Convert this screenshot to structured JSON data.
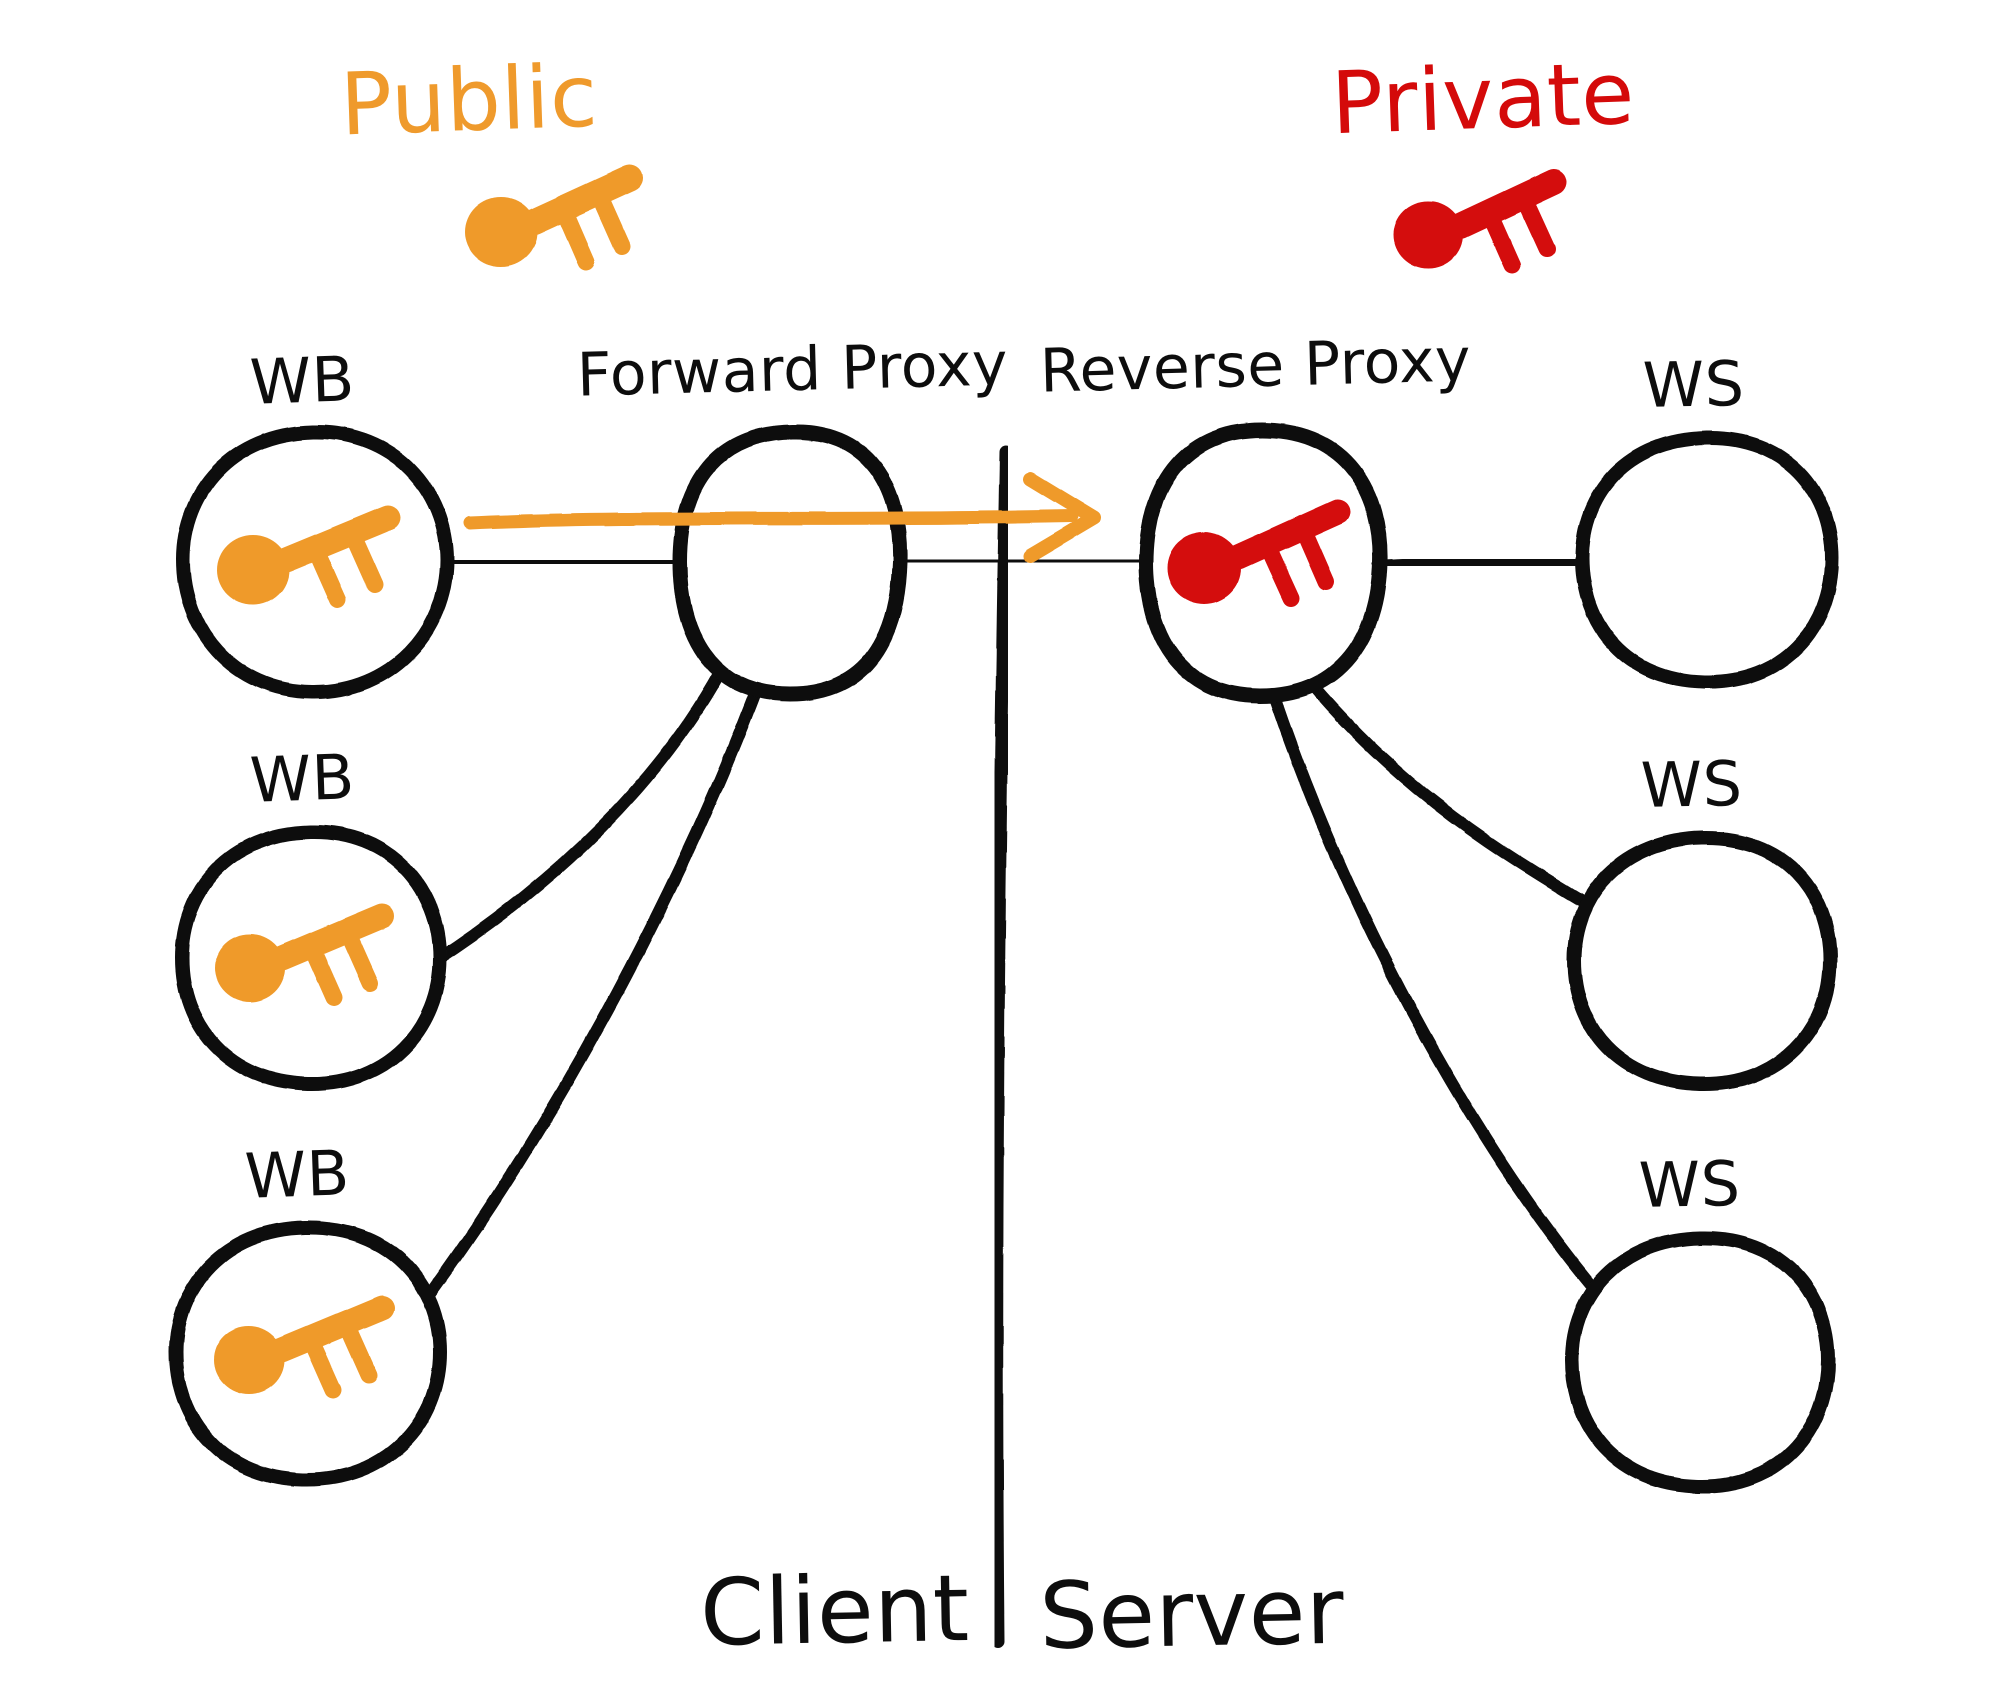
{
  "diagram": {
    "title": "Forward Proxy and Reverse Proxy network diagram",
    "style": "hand-drawn whiteboard sketch",
    "background_color": "#ffffff",
    "ink_color": "#0d0d0d",
    "public_color": "#ef9a2c",
    "private_color": "#d40a0a"
  },
  "legend": {
    "public": {
      "label": "Public",
      "color": "#ef9a2c",
      "icon": "key-icon"
    },
    "private": {
      "label": "Private",
      "color": "#d40a0a",
      "icon": "key-icon"
    }
  },
  "boundary": {
    "left_label": "Client",
    "separator": "|",
    "right_label": "Server"
  },
  "nodes": {
    "clients": [
      {
        "id": "wb-1",
        "label": "WB",
        "key_color": "#ef9a2c",
        "has_key": true
      },
      {
        "id": "wb-2",
        "label": "WB",
        "key_color": "#ef9a2c",
        "has_key": true
      },
      {
        "id": "wb-3",
        "label": "WB",
        "key_color": "#ef9a2c",
        "has_key": true
      }
    ],
    "forward_proxy": {
      "id": "forward-proxy",
      "label": "Forward Proxy",
      "has_key": false
    },
    "reverse_proxy": {
      "id": "reverse-proxy",
      "label": "Reverse Proxy",
      "key_color": "#d40a0a",
      "has_key": true
    },
    "servers": [
      {
        "id": "ws-1",
        "label": "WS",
        "has_key": false
      },
      {
        "id": "ws-2",
        "label": "WS",
        "has_key": false
      },
      {
        "id": "ws-3",
        "label": "WS",
        "has_key": false
      }
    ]
  },
  "edges": [
    {
      "from": "wb-1",
      "to": "forward-proxy",
      "color": "#0d0d0d"
    },
    {
      "from": "wb-2",
      "to": "forward-proxy",
      "color": "#0d0d0d"
    },
    {
      "from": "wb-3",
      "to": "forward-proxy",
      "color": "#0d0d0d"
    },
    {
      "from": "forward-proxy",
      "to": "reverse-proxy",
      "color": "#0d0d0d"
    },
    {
      "from": "reverse-proxy",
      "to": "ws-1",
      "color": "#0d0d0d"
    },
    {
      "from": "reverse-proxy",
      "to": "ws-2",
      "color": "#0d0d0d"
    },
    {
      "from": "reverse-proxy",
      "to": "ws-3",
      "color": "#0d0d0d"
    }
  ],
  "flow_arrow": {
    "from": "wb-1",
    "to": "reverse-proxy",
    "color": "#ef9a2c",
    "direction": "right"
  }
}
